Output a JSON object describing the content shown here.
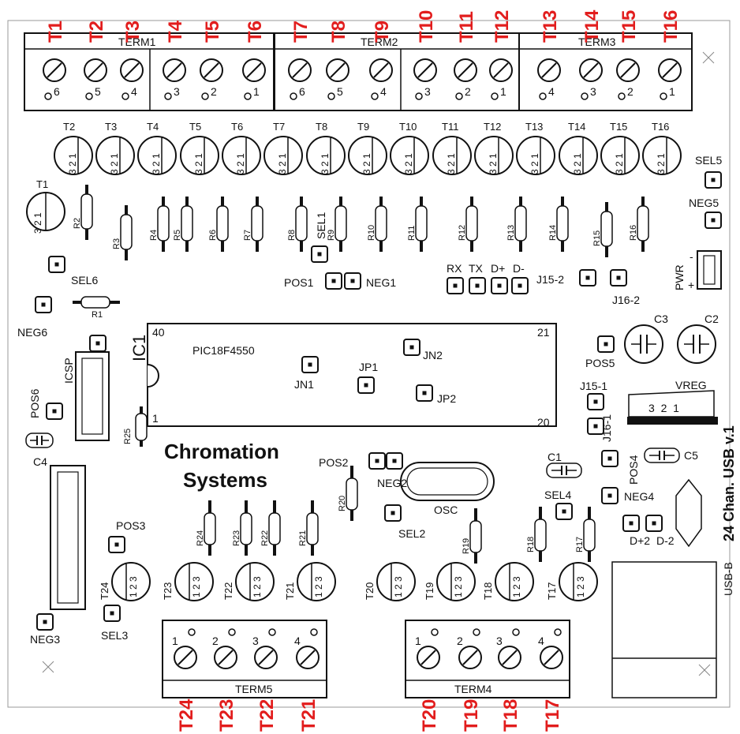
{
  "colors": {
    "background": "#ffffff",
    "silkscreen": "#111111",
    "callout": "#e21d1d"
  },
  "terminal_callouts_top": [
    "T1",
    "T2",
    "T3",
    "T4",
    "T5",
    "T6",
    "T7",
    "T8",
    "T9",
    "T10",
    "T11",
    "T12",
    "T13",
    "T14",
    "T15",
    "T16"
  ],
  "terminal_callouts_bottom": [
    "T24",
    "T23",
    "T22",
    "T21",
    "T20",
    "T19",
    "T18",
    "T17"
  ],
  "term_blocks": {
    "term1": "TERM1",
    "term2": "TERM2",
    "term3": "TERM3",
    "term4": "TERM4",
    "term5": "TERM5"
  },
  "top_pin_numbers": [
    "6",
    "5",
    "4",
    "3",
    "2",
    "1",
    "6",
    "5",
    "4",
    "3",
    "2",
    "1",
    "4",
    "3",
    "2",
    "1"
  ],
  "bottom_pin_numbers": [
    "1",
    "2",
    "3",
    "4",
    "1",
    "2",
    "3",
    "4"
  ],
  "sensors_top": [
    "T2",
    "T3",
    "T4",
    "T5",
    "T6",
    "T7",
    "T8",
    "T9",
    "T10",
    "T11",
    "T12",
    "T13",
    "T14",
    "T15",
    "T16"
  ],
  "sensor_t1": "T1",
  "sensor_pins_top": "3 2 1",
  "sensors_bottom": [
    "T24",
    "T23",
    "T22",
    "T21",
    "T20",
    "T19",
    "T18",
    "T17"
  ],
  "sensor_pins_bottom": "1 2 3",
  "resistors_top": [
    "R2",
    "R3",
    "R4",
    "R5",
    "R6",
    "R7",
    "R8",
    "R9",
    "R10",
    "R11",
    "R12",
    "R13",
    "R14",
    "R15",
    "R16"
  ],
  "resistor_r1": "R1",
  "resistor_r25": "R25",
  "resistors_bottom": [
    "R24",
    "R23",
    "R22",
    "R21",
    "R20",
    "R19",
    "R18",
    "R17"
  ],
  "labels": {
    "sel1": "SEL1",
    "sel2": "SEL2",
    "sel3": "SEL3",
    "sel4": "SEL4",
    "sel5": "SEL5",
    "sel6": "SEL6",
    "neg1": "NEG1",
    "neg2": "NEG2",
    "neg3": "NEG3",
    "neg4": "NEG4",
    "neg5": "NEG5",
    "neg6": "NEG6",
    "pos1": "POS1",
    "pos2": "POS2",
    "pos3": "POS3",
    "pos4": "POS4",
    "pos5": "POS5",
    "pos6": "POS6",
    "rx": "RX",
    "tx": "TX",
    "dplus": "D+",
    "dminus": "D-",
    "j15_2": "J15-2",
    "j16_2": "J16-2",
    "j15_1": "J15-1",
    "j16_1": "J16-1",
    "pwr": "PWR",
    "pwr_minus": "-",
    "pwr_plus": "+",
    "c1": "C1",
    "c2": "C2",
    "c3": "C3",
    "c4": "C4",
    "c5": "C5",
    "vreg": "VREG",
    "vreg_pins": "3  2  1",
    "ic1": "IC1",
    "ic_part": "PIC18F4550",
    "pin40": "40",
    "pin21": "21",
    "pin1": "1",
    "pin20": "20",
    "jn1": "JN1",
    "jn2": "JN2",
    "jp1": "JP1",
    "jp2": "JP2",
    "icsp": "ICSP",
    "osc": "OSC",
    "brand_line1": "Chromation",
    "brand_line2": "Systems",
    "board_name": "24 Chan. USB v.1",
    "usb_b": "USB-B",
    "d_plus_2": "D+2",
    "d_minus_2": "D-2"
  }
}
